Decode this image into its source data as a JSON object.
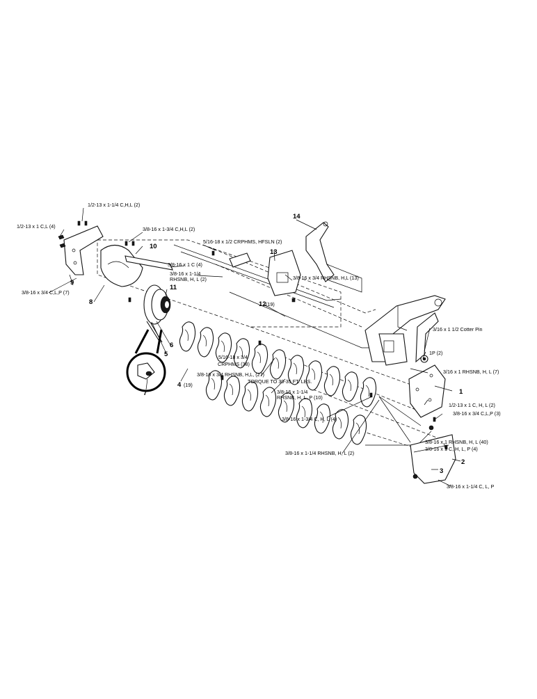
{
  "diagram": {
    "callouts": [
      {
        "id": "c1",
        "text": "1/2-13 x 1-1/4 C,H,L (2)"
      },
      {
        "id": "c2",
        "text": "1/2-13 x 1 C,L (4)"
      },
      {
        "id": "c3",
        "text": "3/8-16 x 1-3/4 C,H,L (2)"
      },
      {
        "id": "c4",
        "text": "5/16-18 x 1/2 CRPHMS, HFSLN (2)"
      },
      {
        "id": "c5",
        "text": "3/8-16 x 1 C (4)"
      },
      {
        "id": "c6a",
        "text": "3/8-16 x 1-1/4"
      },
      {
        "id": "c6b",
        "text": "RHSNB, H, L (2)"
      },
      {
        "id": "c7",
        "text": "3/8-16 x 3/4 RHSNB, H,L (13)"
      },
      {
        "id": "c8",
        "text": "3/8-16 x 3/4 C,L,P (7)"
      },
      {
        "id": "c9",
        "text": "3/16 x 1 1/2 Cotter Pin"
      },
      {
        "id": "c10",
        "text": "1P (2)"
      },
      {
        "id": "c11",
        "text": "3/16 x 1 RHSNB, H, L (7)"
      },
      {
        "id": "c12a",
        "text": "5/16-18 x 3/4"
      },
      {
        "id": "c12b",
        "text": "CRPHMS (38)"
      },
      {
        "id": "c13",
        "text": "3/8-16 x 3/4 RHSNB, H,L, (27)"
      },
      {
        "id": "c14",
        "text": "TORQUE TO 30-35 FT. LBS."
      },
      {
        "id": "c15a",
        "text": "3/8-16 x 1-1/4"
      },
      {
        "id": "c15b",
        "text": "RHSNB, H, L, P (10)"
      },
      {
        "id": "c16",
        "text": "1/2-13 x 1 C, H, L (2)"
      },
      {
        "id": "c17",
        "text": "3/8-16 x 3/4 C,L,P (3)"
      },
      {
        "id": "c18",
        "text": "3/8-16 x 1-3/4 C, H, L (4)"
      },
      {
        "id": "c19",
        "text": "3/8-16 x 1 RHSNB, H, L (40)"
      },
      {
        "id": "c20",
        "text": "3/8-16 x 1 C, H, L, P (4)"
      },
      {
        "id": "c21",
        "text": "3/8-16 x 1-1/4 RHSNB, H, L (2)"
      },
      {
        "id": "c22",
        "text": "3/8-16 x 1-1/4 C, L, P"
      }
    ],
    "part_numbers": [
      {
        "id": "p14",
        "text": "14"
      },
      {
        "id": "p10",
        "text": "10"
      },
      {
        "id": "p13",
        "text": "13"
      },
      {
        "id": "p9",
        "text": "9"
      },
      {
        "id": "p8",
        "text": "8"
      },
      {
        "id": "p11",
        "text": "11"
      },
      {
        "id": "p12",
        "text": "12"
      },
      {
        "id": "p12q",
        "text": "(19)"
      },
      {
        "id": "p6",
        "text": "6"
      },
      {
        "id": "p5",
        "text": "5"
      },
      {
        "id": "p7",
        "text": "7"
      },
      {
        "id": "p4",
        "text": "4"
      },
      {
        "id": "p4q",
        "text": "(19)"
      },
      {
        "id": "p1",
        "text": "1"
      },
      {
        "id": "p2",
        "text": "2"
      },
      {
        "id": "p3",
        "text": "3"
      }
    ]
  }
}
